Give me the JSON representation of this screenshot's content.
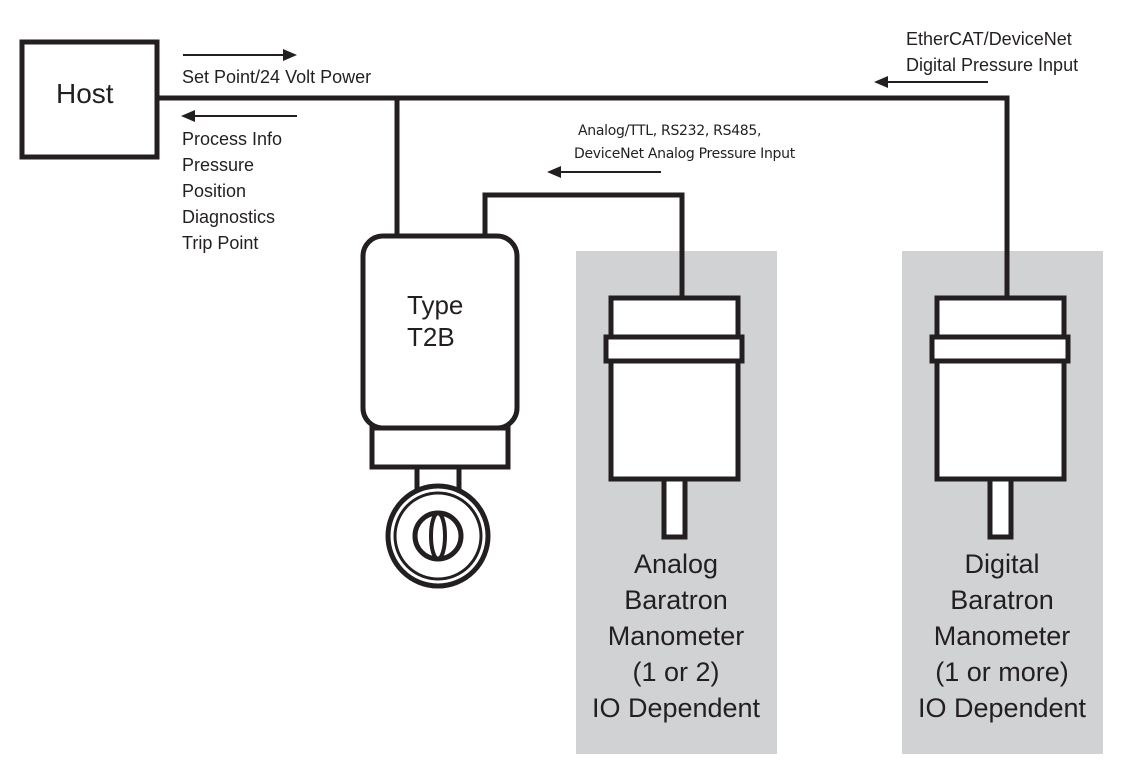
{
  "diagram": {
    "host": {
      "label": "Host"
    },
    "host_link": {
      "outbound_label": "Set Point/24 Volt Power",
      "inbound_labels": [
        "Process Info",
        "Pressure",
        "Position",
        "Diagnostics",
        "Trip Point"
      ]
    },
    "controller": {
      "line1": "Type",
      "line2": "T2B"
    },
    "analog_link": {
      "line1": "Analog/TTL, RS232, RS485,",
      "line2": "DeviceNet Analog Pressure Input"
    },
    "digital_link": {
      "line1": "EtherCAT/DeviceNet",
      "line2": "Digital Pressure Input"
    },
    "analog_gauge": {
      "lines": [
        "Analog",
        "Baratron",
        "Manometer",
        "(1 or 2)",
        "IO Dependent"
      ]
    },
    "digital_gauge": {
      "lines": [
        "Digital",
        "Baratron",
        "Manometer",
        "(1 or more)",
        "IO Dependent"
      ]
    },
    "colors": {
      "line": "#231f20",
      "panel": "#d1d2d4",
      "background": "#ffffff"
    }
  }
}
